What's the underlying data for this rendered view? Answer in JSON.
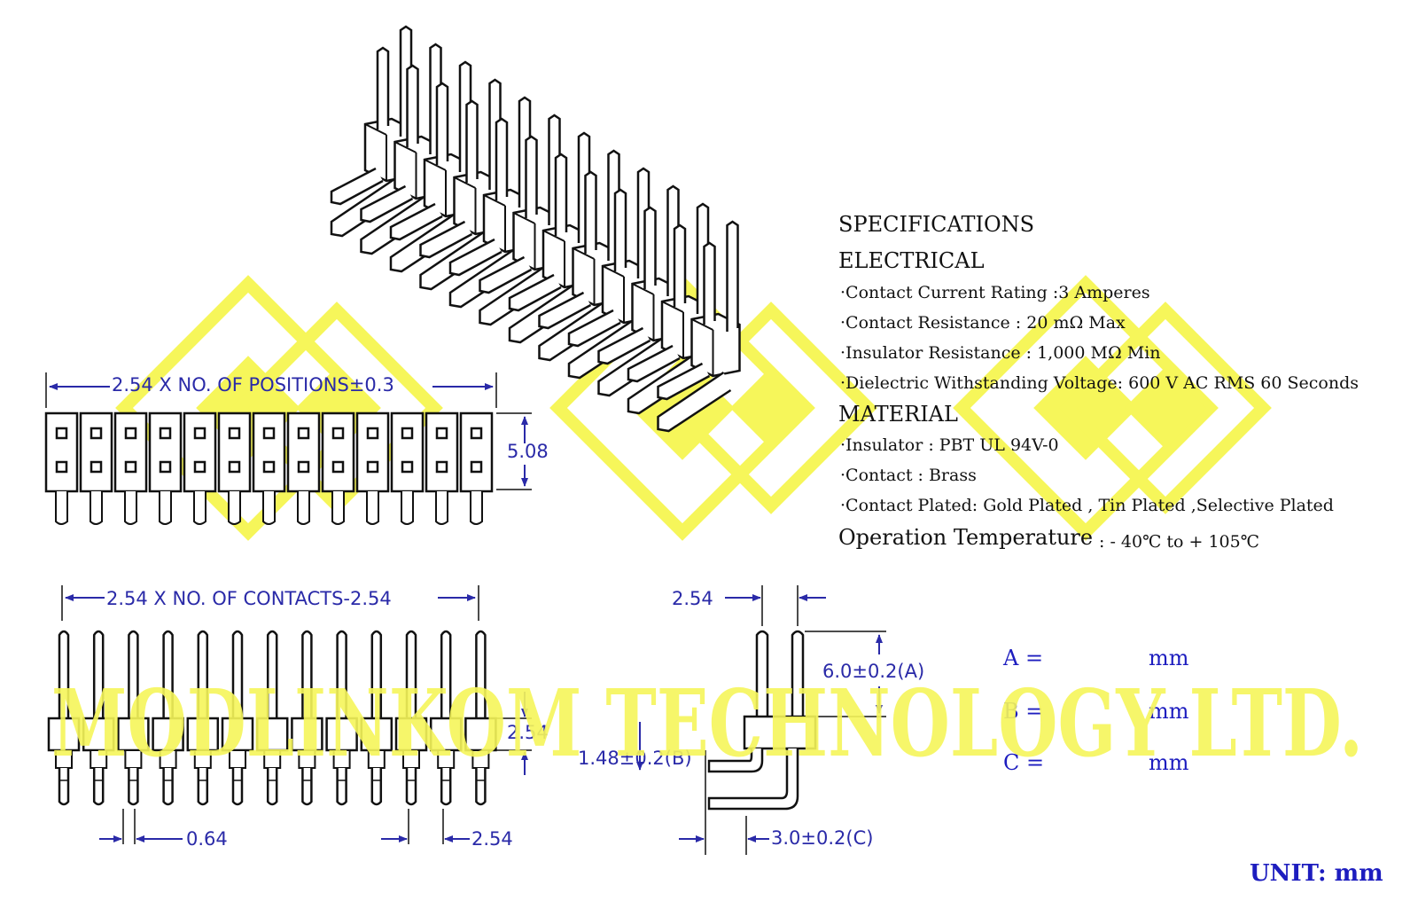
{
  "watermark": {
    "text": "MODLINKOM TECHNOLOGY LTD.",
    "color": "#f6f65a"
  },
  "specifications": {
    "title": "SPECIFICATIONS",
    "electrical_heading": "ELECTRICAL",
    "electrical": [
      "·Contact Current Rating  :3 Amperes",
      "·Contact Resistance  :  20 mΩ  Max",
      "·Insulator Resistance  :  1,000 MΩ  Min",
      "·Dielectric Withstanding Voltage:  600 V AC RMS 60 Seconds"
    ],
    "material_heading": "MATERIAL",
    "material": [
      "·Insulator  :  PBT UL 94V-0",
      "·Contact  :  Brass",
      "·Contact  Plated:  Gold Plated , Tin Plated ,Selective Plated"
    ],
    "operation_label": "Operation Temperature",
    "operation_value": ":  - 40℃ to + 105℃"
  },
  "dimensions": {
    "positions": "2.54 X NO. OF POSITIONS±0.3",
    "height_508": "5.08",
    "contacts": "2.54 X NO. OF CONTACTS-2.54",
    "pitch_side": "2.54",
    "pitch_top": "2.54",
    "dim_a": "6.0±0.2(A)",
    "dim_b": "1.48±0.2(B)",
    "dim_c": "3.0±0.2(C)",
    "pin_width": "0.64",
    "pitch_bottom": "2.54"
  },
  "abc_table": {
    "a_label": "A =",
    "b_label": "B =",
    "c_label": "C =",
    "a_unit": "mm",
    "b_unit": "mm",
    "c_unit": "mm"
  },
  "unit_label": "UNIT: mm",
  "colors": {
    "dimension": "#2a2aa8",
    "line": "#111111",
    "watermark": "#f6f65a"
  }
}
